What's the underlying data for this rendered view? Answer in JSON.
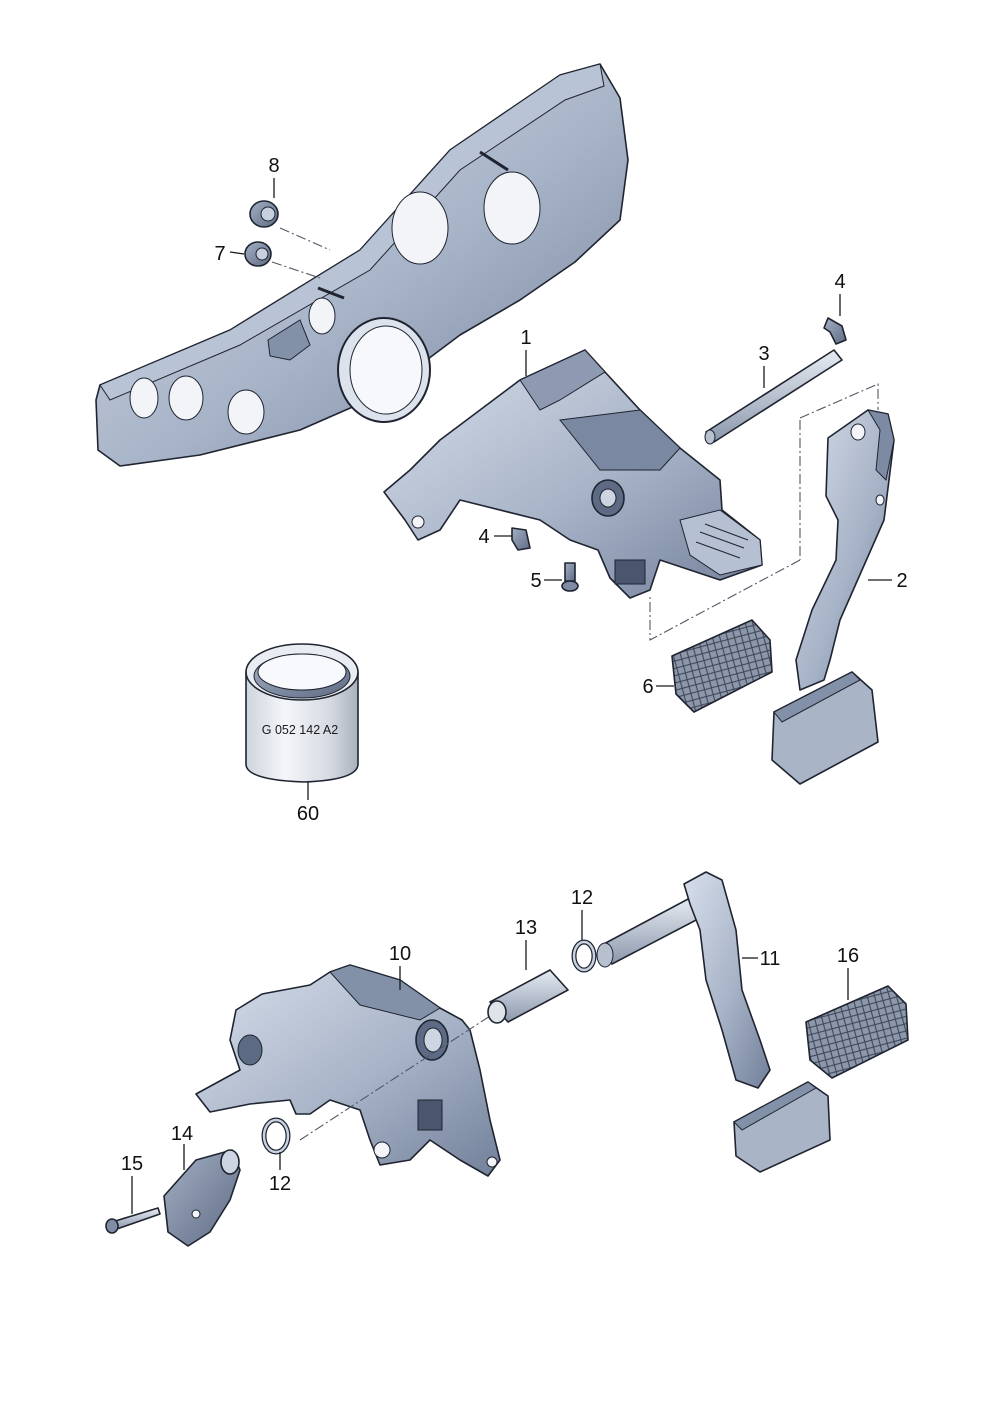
{
  "callouts": {
    "c1": "1",
    "c2": "2",
    "c3": "3",
    "c4a": "4",
    "c4b": "4",
    "c5": "5",
    "c6": "6",
    "c7": "7",
    "c8": "8",
    "c10": "10",
    "c11": "11",
    "c12a": "12",
    "c12b": "12",
    "c13": "13",
    "c14": "14",
    "c15": "15",
    "c16": "16",
    "c60": "60"
  },
  "grease_can": {
    "label": "G 052 142 A2"
  },
  "colors": {
    "part_light": "#c9d2e0",
    "part_mid": "#9aa7bd",
    "part_dark": "#6f7d96",
    "outline": "#1f2430"
  }
}
